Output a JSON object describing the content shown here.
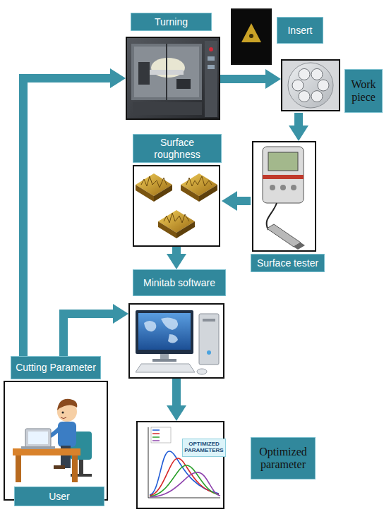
{
  "diagram": {
    "nodes": [
      {
        "text": [
          "Turning"
        ]
      },
      {
        "text": [
          "Insert"
        ]
      },
      {
        "text": [
          "Work piece"
        ]
      },
      {
        "text": [
          "Surface roughness"
        ]
      },
      {
        "text": [
          "Surface tester"
        ]
      },
      {
        "text": [
          "Minitab software"
        ]
      },
      {
        "text": [
          "Cutting Parameter"
        ]
      },
      {
        "text": [
          "User"
        ]
      },
      {
        "text": [
          "Optimized parameter"
        ]
      }
    ],
    "edges": [
      {
        "from": 6,
        "to": 0,
        "arrow": "to"
      },
      {
        "from": 6,
        "to": 5,
        "arrow": "to"
      },
      {
        "from": 0,
        "to": 2,
        "arrow": "to"
      },
      {
        "from": 2,
        "to": 4,
        "arrow": "to"
      },
      {
        "from": 4,
        "to": 3,
        "arrow": "to"
      },
      {
        "from": 3,
        "to": 5,
        "arrow": "to"
      },
      {
        "from": 5,
        "to": 8,
        "arrow": "to"
      }
    ],
    "labels": [
      "OPTIMIZED PARAMETERS"
    ]
  }
}
